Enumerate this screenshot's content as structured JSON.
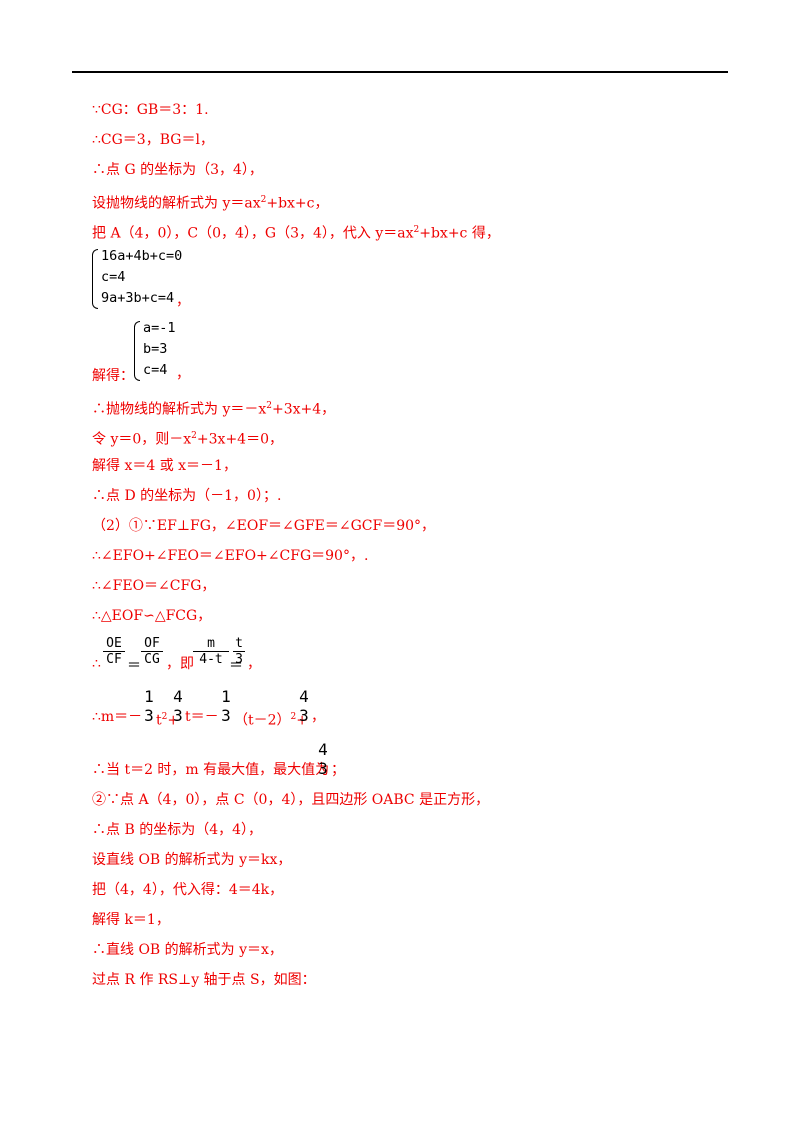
{
  "lines": {
    "l1": "∵CG：GB＝3：1.",
    "l2": "∴CG＝3，BG＝l，",
    "l3": "∴点 G 的坐标为（3，4），",
    "l4a": "设抛物线的解析式为 y＝ax",
    "l4b": "2",
    "l4c": "+bx+c，",
    "l5a": "把 A（4，0），C（0，4），G（3，4），代入 y＝ax",
    "l5b": "2",
    "l5c": "+bx+c 得，",
    "sys1": [
      "16a+4b+c=0",
      "c=4",
      "9a+3b+c=4"
    ],
    "sys1_tail": "，",
    "sys2_prefix": "解得：",
    "sys2": [
      "a=-1",
      "b=3",
      "c=4"
    ],
    "sys2_tail": "，",
    "l6a": "∴抛物线的解析式为 y＝－x",
    "l6b": "2",
    "l6c": "+3x+4，",
    "l7a": "令 y＝0，则－x",
    "l7b": "2",
    "l7c": "+3x+4＝0，",
    "l8": "解得 x＝4 或 x＝－1，",
    "l9": "∴点 D 的坐标为（－1，0）；.",
    "l10": "（2）①∵EF⊥FG，∠EOF＝∠GFE＝∠GCF＝90°，",
    "l11": "∴∠EFO+∠FEO＝∠EFO+∠CFG＝90°，.",
    "l12": "∴∠FEO＝∠CFG，",
    "l13": "∴△EOF∽△FCG，",
    "l14_prefix": "∴",
    "f1": {
      "n": "OE",
      "d": "CF"
    },
    "f2": {
      "n": "OF",
      "d": "CG"
    },
    "eq1": "＝",
    "l14_mid": "，即",
    "f3": {
      "n": "m",
      "d": "4-t"
    },
    "eq2": "＝",
    "f4": {
      "n": "t",
      "d": "3"
    },
    "l14_tail": "，",
    "l15_a": "∴m＝－",
    "f5": {
      "n": "1",
      "d": "3"
    },
    "l15_b": "t",
    "l15_b2": "2",
    "l15_c": "+",
    "f6": {
      "n": "4",
      "d": "3"
    },
    "l15_d": "t＝－",
    "f7": {
      "n": "1",
      "d": "3"
    },
    "l15_e": "（t－2）",
    "l15_e2": "2",
    "l15_f": "+",
    "f8": {
      "n": "4",
      "d": "3"
    },
    "l15_g": "，",
    "l16": "∴当 t＝2 时，m 有最大值，最大值为",
    "f9": {
      "n": "4",
      "d": "3"
    },
    "l16_tail": "；",
    "l17": "②∵点 A（4，0），点 C（0，4），且四边形 OABC 是正方形，",
    "l18": "∴点 B 的坐标为（4，4），",
    "l19": "设直线 OB 的解析式为 y＝kx，",
    "l20": "把（4，4），代入得：4＝4k，",
    "l21": "解得 k＝1，",
    "l22": "∴直线 OB 的解析式为 y＝x，",
    "l23": "过点 R 作 RS⊥y 轴于点 S，如图："
  }
}
